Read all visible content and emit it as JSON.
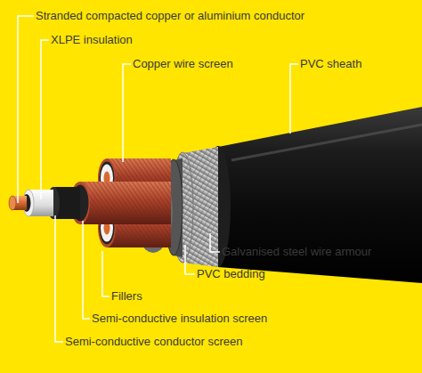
{
  "diagram": {
    "labels": [
      "Stranded compacted copper or aluminium conductor",
      "XLPE insulation",
      "Copper wire screen",
      "PVC sheath",
      "Galvanised steel wire armour",
      "PVC bedding",
      "Fillers",
      "Semi-conductive insulation screen",
      "Semi-conductive conductor screen"
    ]
  }
}
